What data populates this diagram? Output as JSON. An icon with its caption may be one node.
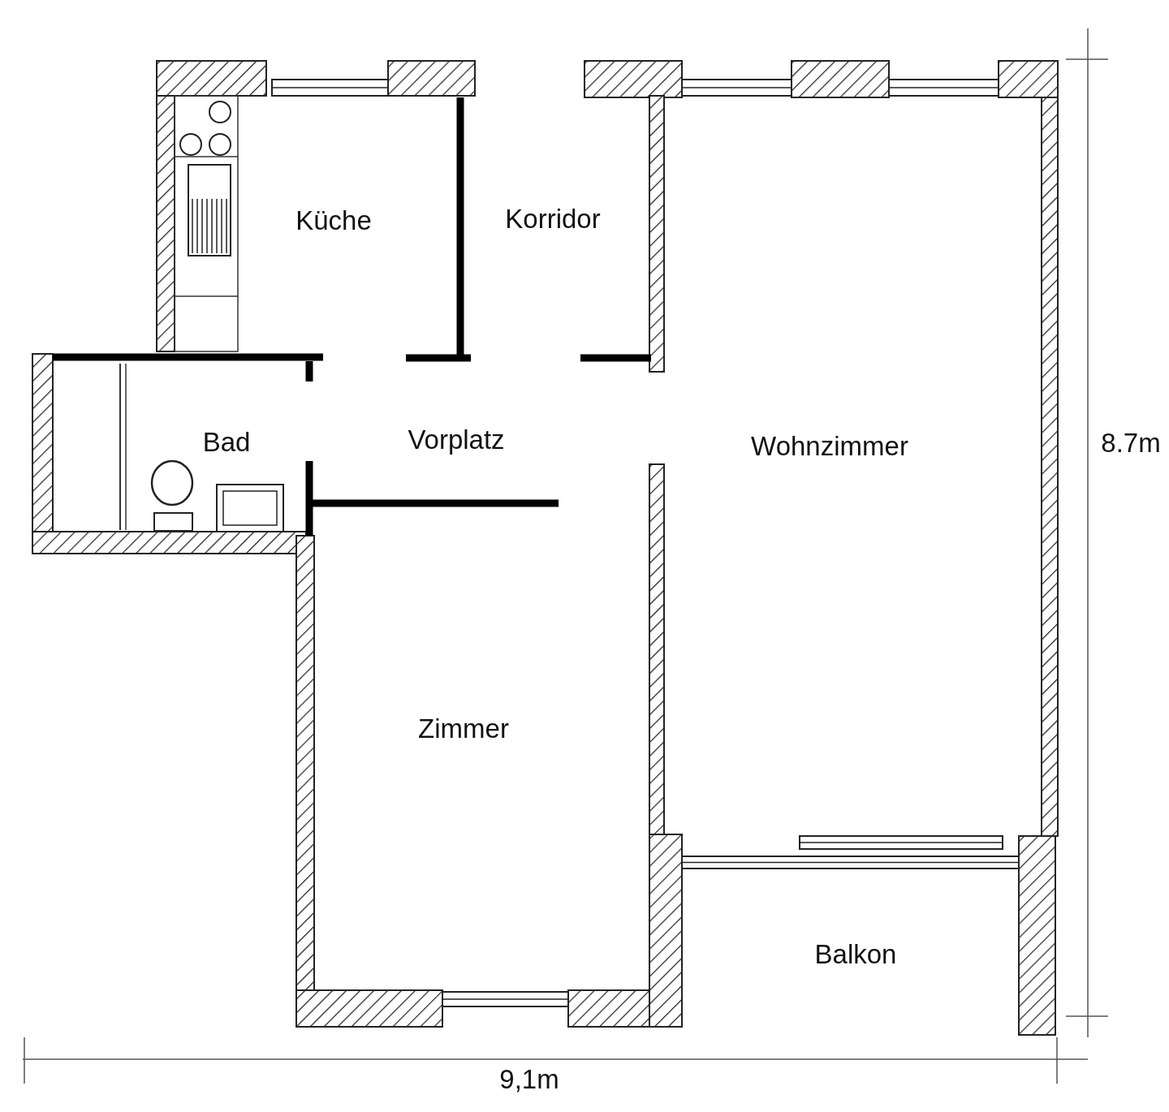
{
  "diagram": {
    "labels": [
      "Küche",
      "Korridor",
      "Bad",
      "Vorplatz",
      "Wohnzimmer",
      "8.7m",
      "Zimmer",
      "Balkon",
      "9,1m"
    ]
  }
}
